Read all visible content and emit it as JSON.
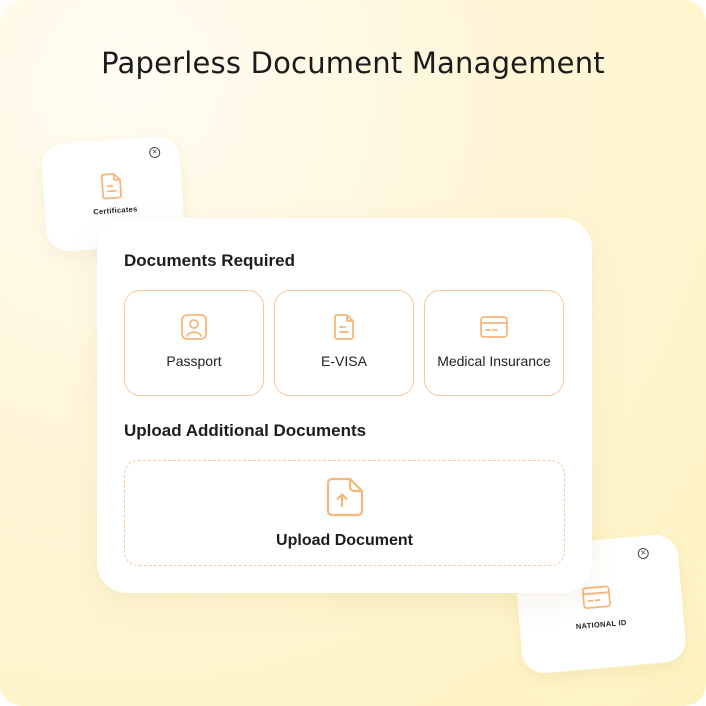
{
  "headline": "Paperless Document Management",
  "colors": {
    "accent": "#f6b77c",
    "accent_border": "#f6c9a0",
    "background": "#fdf3c0"
  },
  "floating_cards": {
    "certificates": {
      "label": "Certificates",
      "icon": "document-icon",
      "close_icon": "close-circle-icon"
    },
    "national_id": {
      "label": "NATIONAL ID",
      "icon": "card-icon",
      "close_icon": "close-circle-icon"
    }
  },
  "panel": {
    "required_title": "Documents Required",
    "options": [
      {
        "label": "Passport",
        "icon": "user-id-icon"
      },
      {
        "label": "E-VISA",
        "icon": "document-icon"
      },
      {
        "label": "Medical Insurance",
        "icon": "card-icon"
      }
    ],
    "upload_title": "Upload Additional Documents",
    "upload": {
      "label": "Upload Document",
      "icon": "file-upload-icon"
    }
  }
}
